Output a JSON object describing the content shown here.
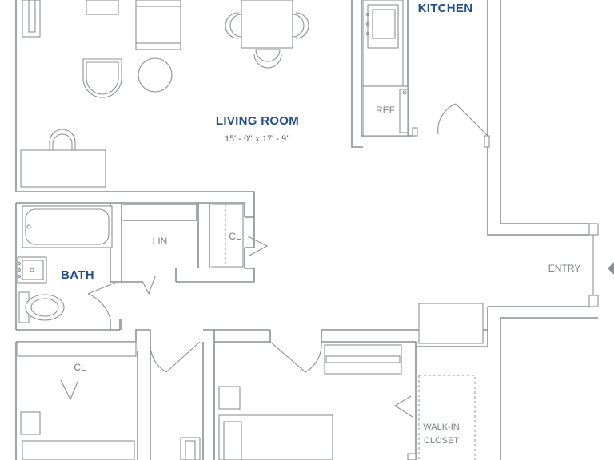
{
  "rooms": {
    "living": {
      "name": "LIVING ROOM",
      "dimensions": "15' - 0\" x 17' - 9\""
    },
    "kitchen": {
      "name": "KITCHEN"
    },
    "bath": {
      "name": "BATH"
    }
  },
  "labels": {
    "ref": "REF",
    "lin": "LIN",
    "closet_hall": "CL",
    "closet_bedroom": "CL",
    "entry": "ENTRY",
    "walkin_line1": "WALK-IN",
    "walkin_line2": "CLOSET"
  },
  "colors": {
    "room_title": "#1f4e8c",
    "walls": "#8c9093",
    "labels": "#7a7e82"
  }
}
